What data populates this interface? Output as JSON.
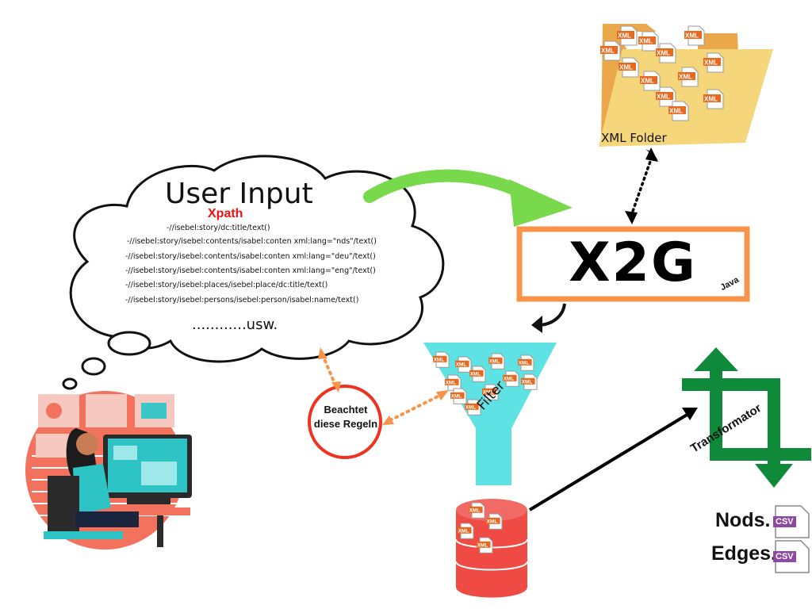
{
  "cloud": {
    "title": "User Input",
    "xpath_label": "Xpath",
    "lines": [
      "-//isebel:story/dc:title/text()",
      "-//isebel:story/isebel:contents/isabel:conten xml:lang=\"nds\"/text()",
      "-//isebel:story/isebel:contents/isabel:conten xml:lang=\"deu\"/text()",
      "-//isebel:story/isebel:contents/isabel:conten xml:lang=\"eng\"/text()",
      "-//isebel:story/isebel:places/isebel:place/dc:title/text()",
      "-//isebel:story/isebel:persons/isebel:person/isabel:name/text()"
    ],
    "ellipsis": "............usw."
  },
  "x2g": {
    "title": "X2G",
    "lang": "Java"
  },
  "folder": {
    "label": "XML Folder",
    "file_tag": "XML"
  },
  "rules": {
    "text": "Beachtet diese Regeln"
  },
  "filter": {
    "label": "Filter"
  },
  "transformator": {
    "label": "Transformator"
  },
  "outputs": {
    "nods": "Nods.",
    "edges": "Edges.",
    "csv_tag": "CSV"
  },
  "colors": {
    "green_arrow": "#79d94c",
    "x2g_border": "#f7944a",
    "funnel": "#5ee2e4",
    "database": "#f04a45",
    "transform": "#0e8a3a",
    "folder": "#f6d67a",
    "dotted_orange": "#f7944a"
  }
}
